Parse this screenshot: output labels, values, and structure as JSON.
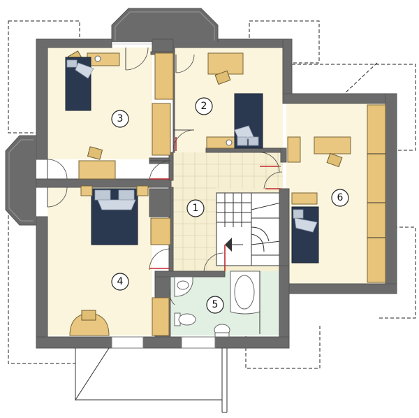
{
  "floor_plan": {
    "rooms": [
      {
        "id": "room-1",
        "label": "1"
      },
      {
        "id": "room-2",
        "label": "2"
      },
      {
        "id": "room-3",
        "label": "3"
      },
      {
        "id": "room-4",
        "label": "4"
      },
      {
        "id": "room-5",
        "label": "5"
      },
      {
        "id": "room-6",
        "label": "6"
      }
    ],
    "colors": {
      "wall": "#6b6b6b",
      "floor": "#fbf5de",
      "bathroom_floor": "#e2f0e3",
      "furniture_wood": "#e8c37a",
      "bed": "#2a3850",
      "door_swing_accent": "#c0282b"
    }
  }
}
